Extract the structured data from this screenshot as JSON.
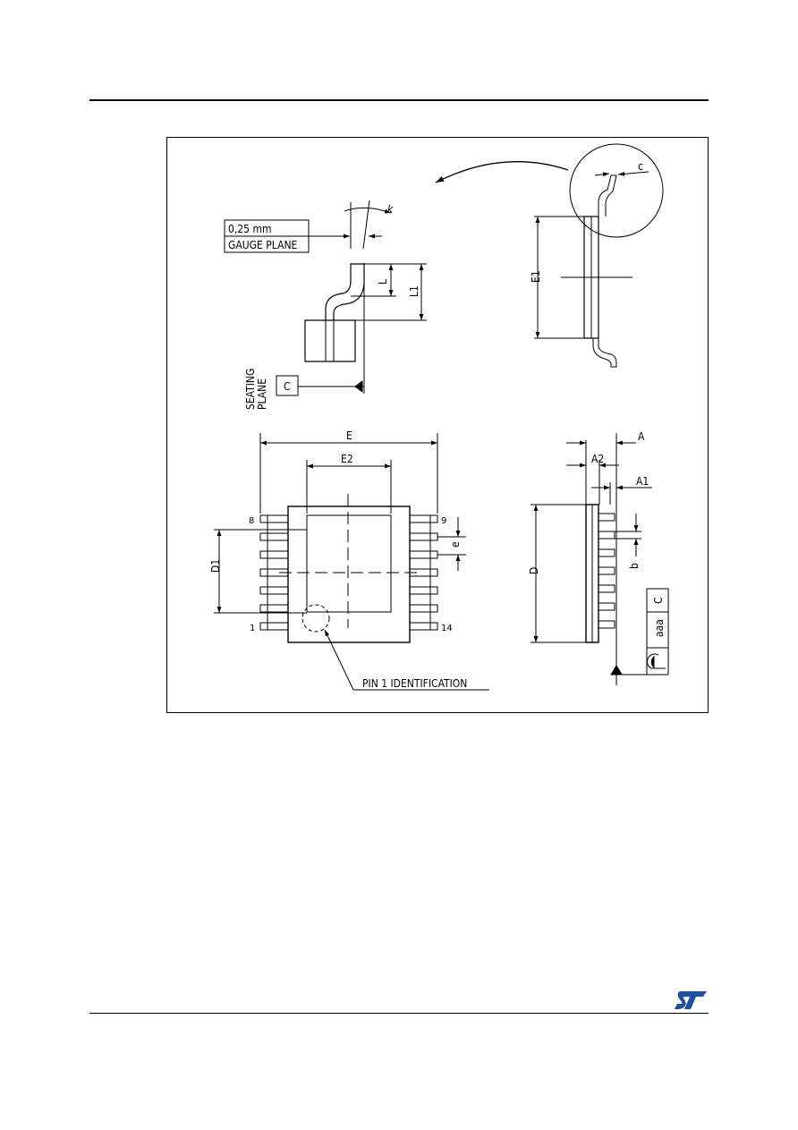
{
  "drawing": {
    "gauge": {
      "value": "0,25 mm",
      "plane": "GAUGE PLANE"
    },
    "angle": "k",
    "lead_length": "L",
    "lead_length_1": "L1",
    "seating": {
      "line1": "SEATING",
      "line2": "PLANE",
      "datum": "C"
    },
    "body_width": "E1",
    "lead_thickness": "c",
    "overall_width": "E",
    "pad_width": "E2",
    "pad_length": "D1",
    "pitch": "e",
    "pins": {
      "top_left": "8",
      "top_right": "9",
      "bottom_left": "1",
      "bottom_right": "14"
    },
    "pin1": "PIN 1 IDENTIFICATION",
    "height": "A",
    "body_height": "A2",
    "standoff": "A1",
    "body_length": "D",
    "lead_width": "b",
    "frame": {
      "datum": "C",
      "tolerance": "aaa"
    }
  },
  "brand": {
    "logo": "st-logo-icon",
    "color": "#1f4fa0"
  }
}
